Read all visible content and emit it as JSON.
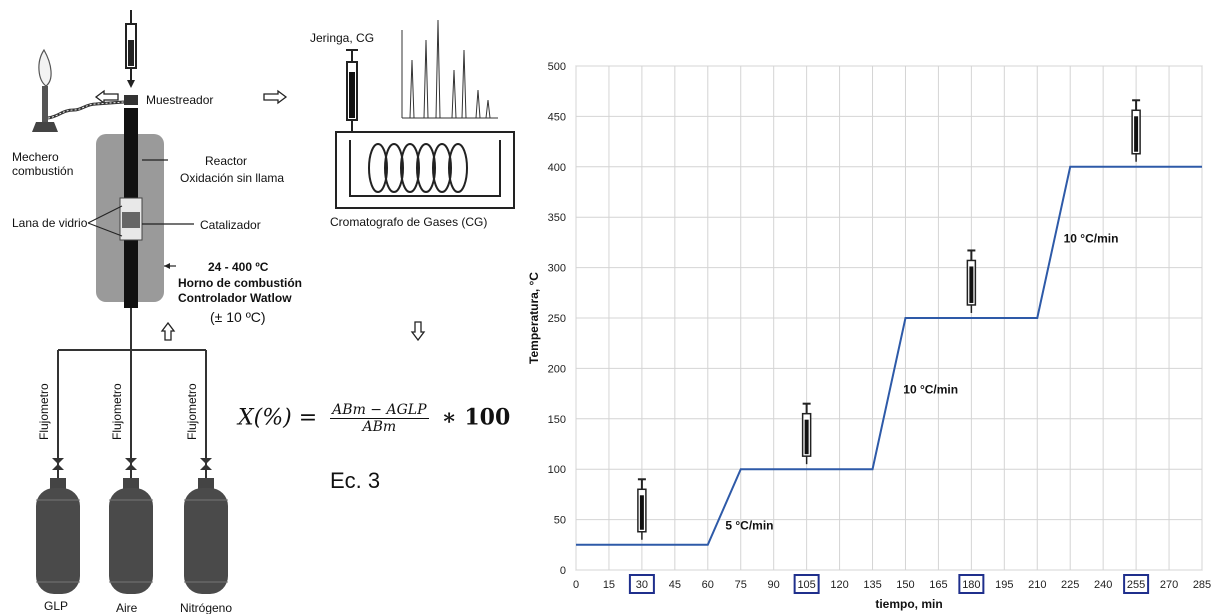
{
  "schematic": {
    "labels": {
      "muestreador": "Muestreador",
      "mechero": "Mechero",
      "mechero2": "combustión",
      "reactor": "Reactor",
      "reactor2": "Oxidación sin llama",
      "lana": "Lana de vidrio",
      "catalizador": "Catalizador",
      "horno1": "24 - 400 ºC",
      "horno2": "Horno de combustión",
      "horno3": "Controlador Watlow",
      "horno4": "(± 10 ºC)",
      "jeringa": "Jeringa, CG",
      "cg": "Cromatografo de Gases (CG)",
      "flujometro": "Flujometro",
      "glp": "GLP",
      "aire": "Aire",
      "nitrogeno": "Nitrógeno"
    },
    "equation": {
      "lhs": "X(%) =",
      "num": "ABm − AGLP",
      "den": "ABm",
      "rhs": "∗ 100",
      "label": "Ec. 3"
    }
  },
  "chart_data": {
    "type": "line",
    "xlabel": "tiempo, min",
    "ylabel": "Temperatura, °C",
    "xlim": [
      0,
      285
    ],
    "ylim": [
      0,
      500
    ],
    "x_ticks": [
      0,
      15,
      30,
      45,
      60,
      75,
      90,
      105,
      120,
      135,
      150,
      165,
      180,
      195,
      210,
      225,
      240,
      255,
      270,
      285
    ],
    "y_ticks": [
      0,
      50,
      100,
      150,
      200,
      250,
      300,
      350,
      400,
      450,
      500
    ],
    "highlighted_x_ticks": [
      30,
      105,
      180,
      255
    ],
    "grid": true,
    "series_color": "#2e5aa8",
    "highlight_color": "#1f2f8c",
    "series": [
      {
        "x": [
          0,
          60,
          75,
          135,
          150,
          210,
          225,
          285
        ],
        "y": [
          25,
          25,
          100,
          100,
          250,
          250,
          400,
          400
        ]
      }
    ],
    "annotations": [
      {
        "text": "5 °C/min",
        "x": 68,
        "y": 40
      },
      {
        "text": "10 °C/min",
        "x": 149,
        "y": 175
      },
      {
        "text": "10 °C/min",
        "x": 222,
        "y": 325
      }
    ],
    "syringes": [
      {
        "x": 30,
        "y_bottom": 30,
        "y_top": 90
      },
      {
        "x": 105,
        "y_bottom": 105,
        "y_top": 165
      },
      {
        "x": 180,
        "y_bottom": 255,
        "y_top": 317
      },
      {
        "x": 255,
        "y_bottom": 405,
        "y_top": 466
      }
    ]
  }
}
